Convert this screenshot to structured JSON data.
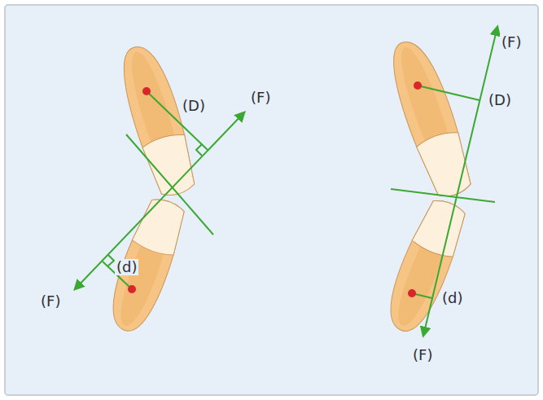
{
  "diagram": {
    "labels": [
      "(D)",
      "(F)",
      "(d)",
      "(F)",
      "(F)",
      "(D)",
      "(d)",
      "(F)"
    ]
  }
}
